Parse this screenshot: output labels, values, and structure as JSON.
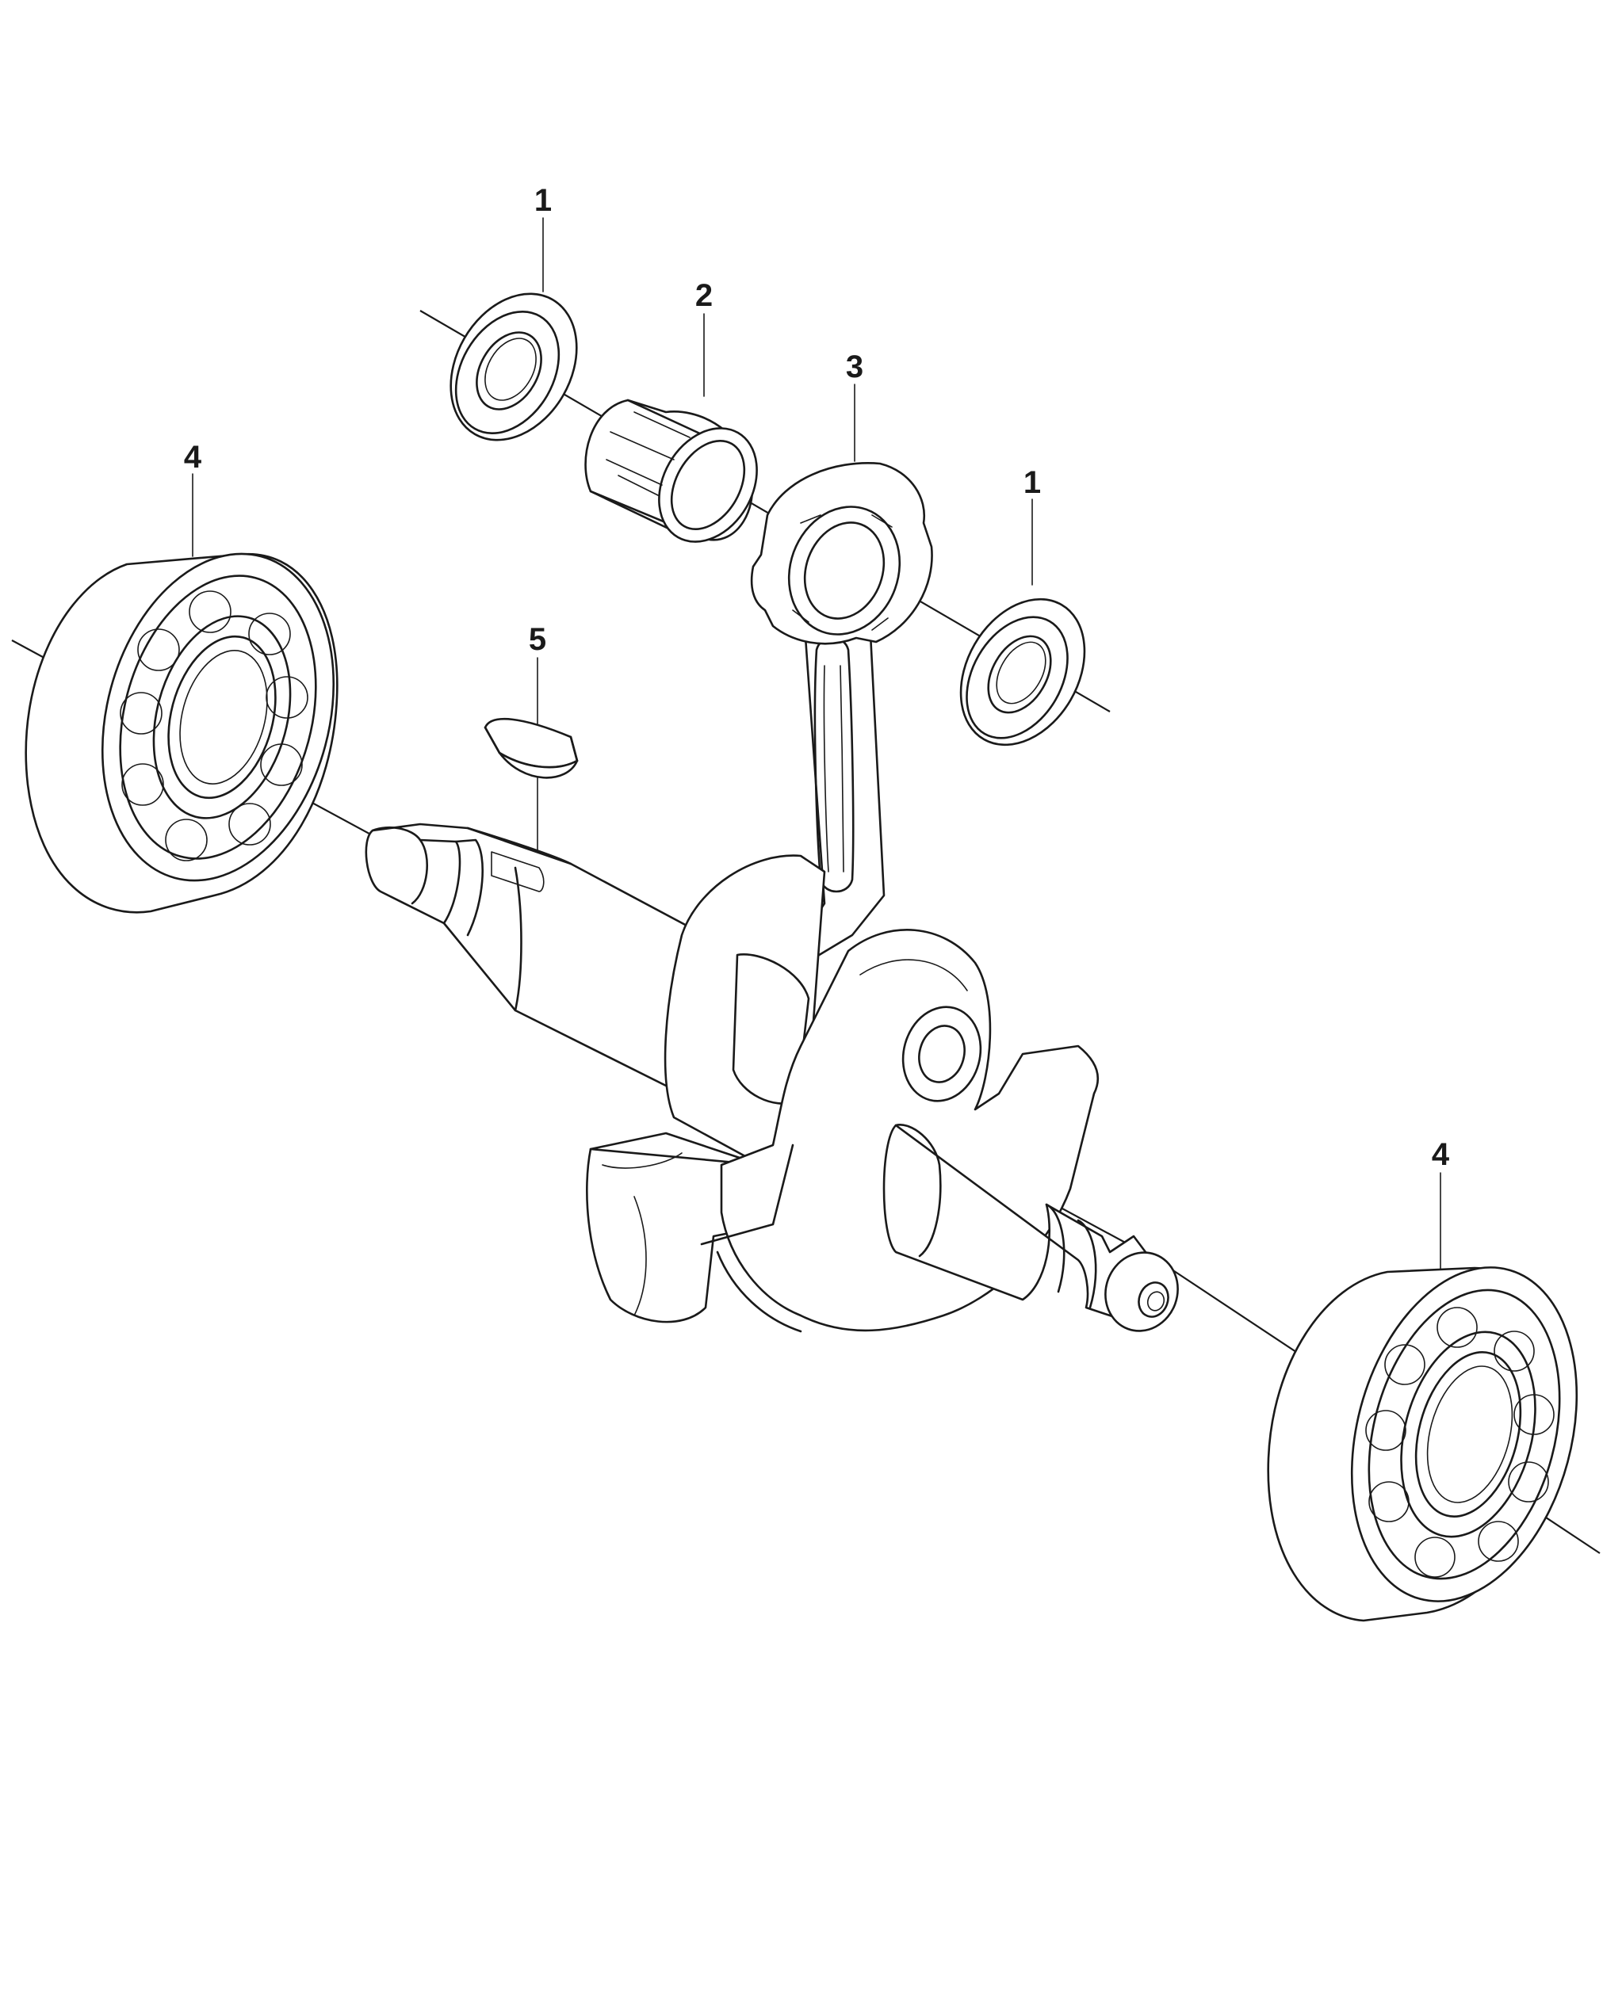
{
  "diagram": {
    "callouts": [
      {
        "id": "c1a",
        "label": "1"
      },
      {
        "id": "c2",
        "label": "2"
      },
      {
        "id": "c3",
        "label": "3"
      },
      {
        "id": "c1b",
        "label": "1"
      },
      {
        "id": "c4a",
        "label": "4"
      },
      {
        "id": "c5",
        "label": "5"
      },
      {
        "id": "c4b",
        "label": "4"
      }
    ],
    "parts": [
      {
        "ref": "1",
        "icon": "seal-ring-icon"
      },
      {
        "ref": "2",
        "icon": "needle-bearing-icon"
      },
      {
        "ref": "3",
        "icon": "connecting-rod-icon"
      },
      {
        "ref": "4",
        "icon": "ball-bearing-icon"
      },
      {
        "ref": "5",
        "icon": "woodruff-key-icon"
      }
    ],
    "line_color": "#1a1a1a",
    "background": "#ffffff"
  }
}
